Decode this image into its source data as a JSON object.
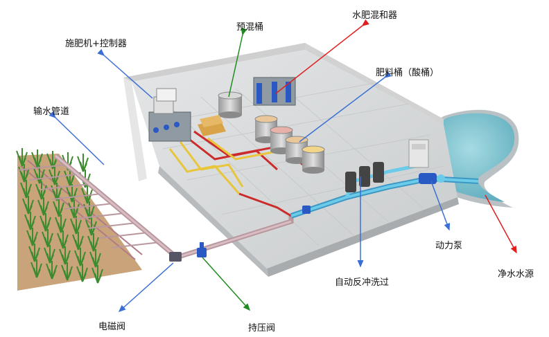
{
  "labels": {
    "fertilizer_machine": "施肥机+控制器",
    "premix_tank": "预混桶",
    "fertilizer_mixer": "水肥混和器",
    "fertilizer_tank": "肥料桶（酸桶）",
    "water_pipeline": "输水管道",
    "power_pump": "动力泵",
    "clean_water_source": "净水水源",
    "auto_backwash_filter": "自动反冲洗过",
    "solenoid_valve": "电磁阀",
    "pressure_valve": "持压阀"
  },
  "colors": {
    "arrow_blue": "#3b6fd6",
    "arrow_green": "#1f8c1f",
    "arrow_red": "#e01e1e",
    "floor": "#d9dcdd",
    "water": "#7cc3cf",
    "pipe_blue": "#4fb4d8",
    "pipe_red": "#cc2b2b",
    "pipe_yellow": "#e8c53a"
  }
}
